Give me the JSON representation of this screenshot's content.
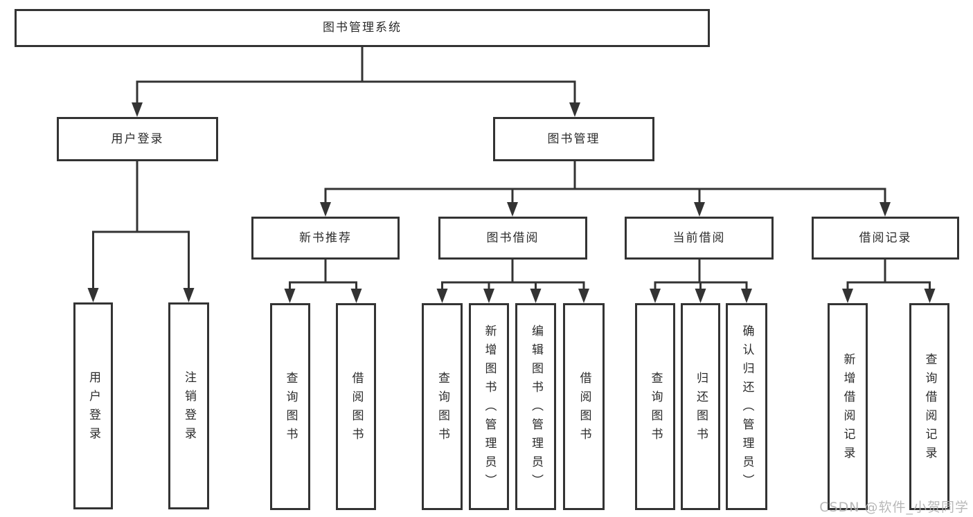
{
  "tree": {
    "label": "图书管理系统",
    "children": [
      {
        "label": "用户登录",
        "children": [
          {
            "label": "用户登录"
          },
          {
            "label": "注销登录"
          }
        ]
      },
      {
        "label": "图书管理",
        "children": [
          {
            "label": "新书推荐",
            "children": [
              {
                "label": "查询图书"
              },
              {
                "label": "借阅图书"
              }
            ]
          },
          {
            "label": "图书借阅",
            "children": [
              {
                "label": "查询图书"
              },
              {
                "label": "新增图书（管理员）"
              },
              {
                "label": "编辑图书（管理员）"
              },
              {
                "label": "借阅图书"
              }
            ]
          },
          {
            "label": "当前借阅",
            "children": [
              {
                "label": "查询图书"
              },
              {
                "label": "归还图书"
              },
              {
                "label": "确认归还（管理员）"
              }
            ]
          },
          {
            "label": "借阅记录",
            "children": [
              {
                "label": "新增借阅记录"
              },
              {
                "label": "查询借阅记录"
              }
            ]
          }
        ]
      }
    ]
  },
  "watermark": {
    "text": "CSDN @软件_小贺同学"
  },
  "colors": {
    "line": "#333333",
    "box_fill": "#ffffff",
    "text": "#2b2b2b",
    "watermark": "#b2b2b2"
  }
}
